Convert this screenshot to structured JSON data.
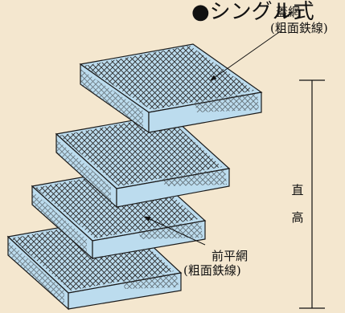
{
  "title": "●シングル式",
  "lid_net": {
    "name": "蓋網",
    "material": "(粗面鉄線)"
  },
  "front_net": {
    "name": "前平網",
    "material": "(粗面鉄線)"
  },
  "height_label": "直高",
  "colors": {
    "background": "#F4E7CF",
    "box_face": "#BCDCEE",
    "outline": "#1A1A1A",
    "mesh": "#2A2A2A"
  },
  "icons": [
    "gabion-stepped-stack-drawing",
    "leader-arrow"
  ]
}
